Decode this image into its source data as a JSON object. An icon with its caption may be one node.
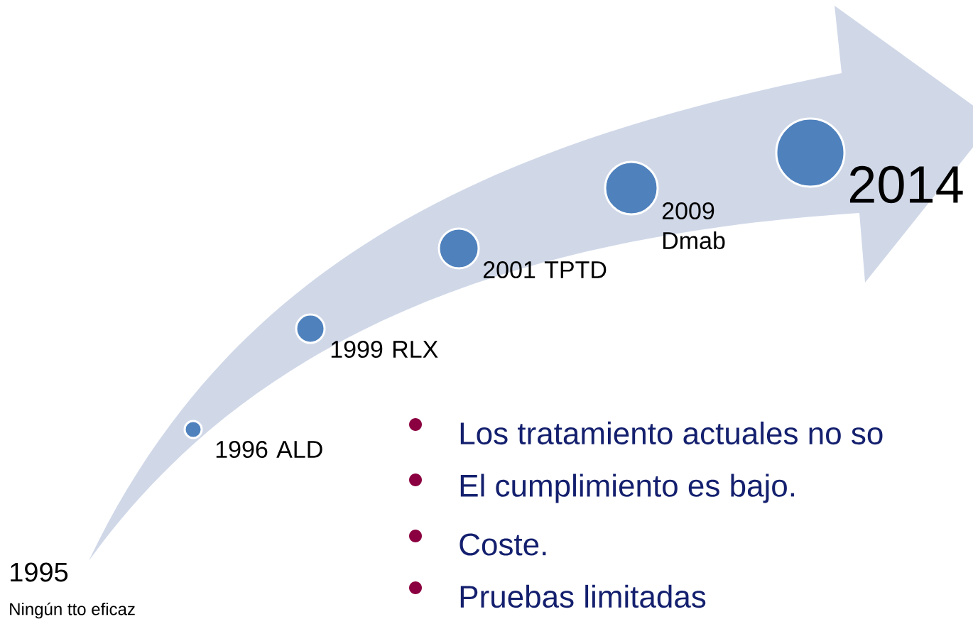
{
  "diagram": {
    "nodes": [
      {
        "text": [],
        "shape": "circle",
        "beside": [
          "1996 ALD"
        ]
      },
      {
        "text": [],
        "shape": "circle",
        "beside": [
          "1999 RLX"
        ]
      },
      {
        "text": [],
        "shape": "circle",
        "beside": [
          "2001 TPTD"
        ]
      },
      {
        "text": [],
        "shape": "circle",
        "beside": [
          "2009 Dmab"
        ]
      },
      {
        "text": [],
        "shape": "circle",
        "beside": [
          "2014"
        ]
      }
    ],
    "labels": [
      "1995",
      "Ningún tto eficaz",
      "Los tratamiento actuales no so",
      "El cumplimiento es bajo.",
      "Coste.",
      "Pruebas limitadas"
    ]
  }
}
